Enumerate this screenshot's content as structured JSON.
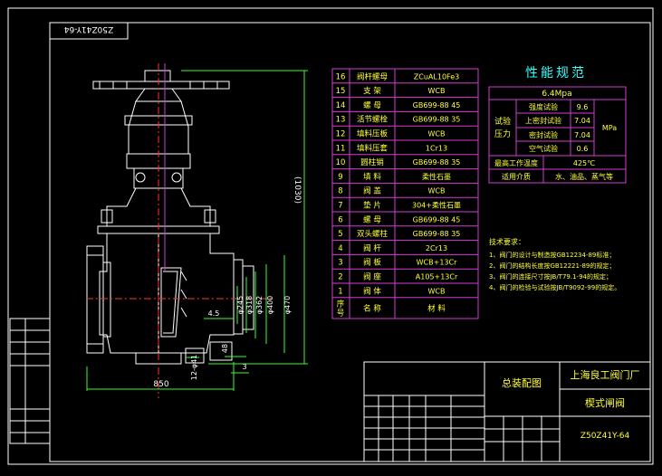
{
  "drawing_code_stamp": "Z50Z41Y-64",
  "spec_title": "性能规范",
  "spec": {
    "pressure": "6.4Mpa",
    "test_pressure_label": "试验压力",
    "rows": [
      {
        "name": "强度试验",
        "value": "9.6"
      },
      {
        "name": "上密封试验",
        "value": "7.04"
      },
      {
        "name": "密封试验",
        "value": "7.04"
      },
      {
        "name": "空气试验",
        "value": "0.6"
      }
    ],
    "unit": "MPa",
    "max_temp_label": "最高工作温度",
    "max_temp_value": "425℃",
    "medium_label": "适用介质",
    "medium_value": "水、油品、蒸气等"
  },
  "parts_header": {
    "no": "序号",
    "name": "名  称",
    "material": "材  料"
  },
  "parts": [
    {
      "no": "16",
      "name": "阀杆螺母",
      "material": "ZCuAL10Fe3"
    },
    {
      "no": "15",
      "name": "支  架",
      "material": "WCB"
    },
    {
      "no": "14",
      "name": "螺  母",
      "material": "GB699-88 45"
    },
    {
      "no": "13",
      "name": "活节螺栓",
      "material": "GB699-88 35"
    },
    {
      "no": "12",
      "name": "填料压板",
      "material": "WCB"
    },
    {
      "no": "11",
      "name": "填料压套",
      "material": "1Cr13"
    },
    {
      "no": "10",
      "name": "圆柱销",
      "material": "GB699-88 35"
    },
    {
      "no": "9",
      "name": "填  料",
      "material": "柔性石墨"
    },
    {
      "no": "8",
      "name": "阀  盖",
      "material": "WCB"
    },
    {
      "no": "7",
      "name": "垫  片",
      "material": "304+柔性石墨"
    },
    {
      "no": "6",
      "name": "螺  母",
      "material": "GB699-88 45"
    },
    {
      "no": "5",
      "name": "双头螺柱",
      "material": "GB699-88 35"
    },
    {
      "no": "4",
      "name": "阀  杆",
      "material": "2Cr13"
    },
    {
      "no": "3",
      "name": "阀  板",
      "material": "WCB+13Cr"
    },
    {
      "no": "2",
      "name": "阀  座",
      "material": "A105+13Cr"
    },
    {
      "no": "1",
      "name": "阀  体",
      "material": "WCB"
    }
  ],
  "tech_req_title": "技术要求：",
  "tech_req": [
    "1、阀门的设计与制造按GB12234-89标准；",
    "2、阀门的结构长度按GB12221-89的规定；",
    "3、阀门的连接尺寸按JB/T79.1-94的规定；",
    "4、阀门的检验与试验按JB/T9092-99的规定。"
  ],
  "dimensions": {
    "height": "(1030)",
    "length": "850",
    "d1": "φ245",
    "d2": "φ318",
    "d3": "φ362",
    "d4": "φ400",
    "d5": "φ470",
    "t1": "4.5",
    "t2": "48",
    "t3": "3",
    "bolts": "12-φ41"
  },
  "title_block": {
    "assembly": "总装配图",
    "company": "上海良工阀门厂",
    "product": "楔式闸阀",
    "model": "Z50Z41Y-64"
  },
  "colors": {
    "frame": "#ffffff",
    "table": "#d23cd2",
    "text": "#ffff33",
    "title": "#33ffff",
    "dimension": "#33ff33",
    "centerline": "#ff3333"
  }
}
